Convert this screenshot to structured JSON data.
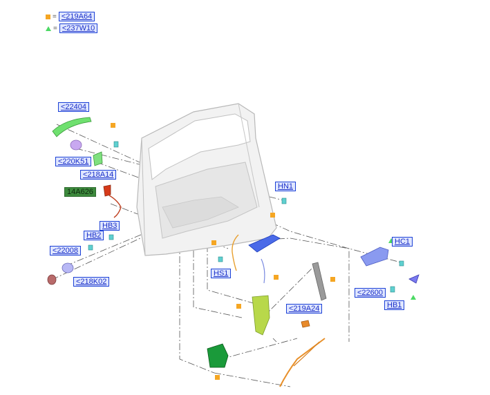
{
  "legend": [
    {
      "symbol": "square",
      "color": "#f5a623",
      "code": "<219A64"
    },
    {
      "symbol": "triangle",
      "color": "#4cd964",
      "code": "<237W10"
    }
  ],
  "callouts": {
    "c22404": "<22404",
    "c220K51": "<220K51",
    "c218A14": "<218A14",
    "c14A626": "14A626",
    "cHB3": "HB3",
    "cHB2": "HB2",
    "c22008": "<22008",
    "c218K02": "<218K02",
    "cHN1": "HN1",
    "cHS1": "HS1",
    "cHC1": "HC1",
    "c22600": "<22600",
    "cHB1": "HB1",
    "c219A24": "<219A24"
  },
  "colors": {
    "square_marker": "#f5a623",
    "triangle_marker": "#4cd964",
    "door_fill": "#f2f2f2",
    "door_stroke": "#b8b8b8"
  }
}
